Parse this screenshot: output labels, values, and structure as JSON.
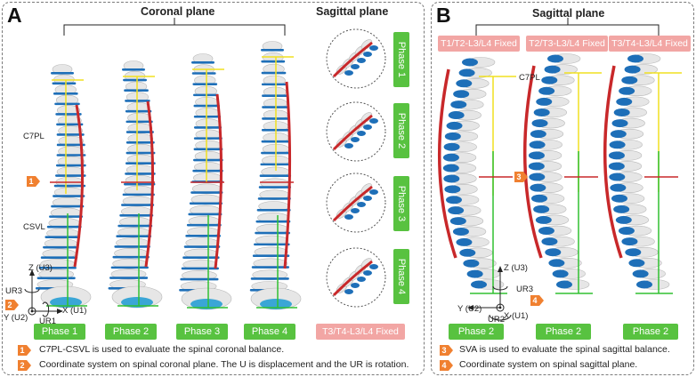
{
  "panel_a": {
    "letter": "A",
    "coronal_title": "Coronal plane",
    "sagittal_title": "Sagittal plane",
    "c7pl_label": "C7PL",
    "csvl_label": "CSVL",
    "callout_1": "1",
    "callout_2": "2",
    "axes": {
      "z": "Z (U3)",
      "ur3": "UR3",
      "x": "X (U1)",
      "y": "Y (U2)",
      "ur1": "UR1"
    },
    "phase_labels": [
      "Phase 1",
      "Phase 2",
      "Phase 3",
      "Phase 4"
    ],
    "vertical_phases": [
      "Phase 1",
      "Phase 2",
      "Phase 3",
      "Phase 4"
    ],
    "fixed_label": "T3/T4-L3/L4 Fixed",
    "notes": [
      {
        "num": "1",
        "text": "C7PL-CSVL is used to evaluate the spinal coronal balance."
      },
      {
        "num": "2",
        "text": "Coordinate system on spinal coronal plane. The U is displacement and the UR is rotation."
      }
    ]
  },
  "panel_b": {
    "letter": "B",
    "sagittal_title": "Sagittal plane",
    "fixed_labels": [
      "T1/T2-L3/L4 Fixed",
      "T2/T3-L3/L4 Fixed",
      "T3/T4-L3/L4 Fixed"
    ],
    "c7pl_label": "C7PL",
    "callout_3": "3",
    "callout_4": "4",
    "axes": {
      "z": "Z (U3)",
      "ur3": "UR3",
      "y": "Y (U2)",
      "x": "X (U1)",
      "ur2": "UR2"
    },
    "phase_labels": [
      "Phase 2",
      "Phase 2",
      "Phase 2"
    ],
    "notes": [
      {
        "num": "3",
        "text": "SVA is used to evaluate the spinal sagittal balance."
      },
      {
        "num": "4",
        "text": "Coordinate system on spinal sagittal plane."
      }
    ]
  },
  "colors": {
    "green": "#58c240",
    "pink": "#f2a6a4",
    "orange": "#f08030",
    "bone": "#e6e6e6",
    "disc": "#1e6fb8",
    "rod": "#c8282a",
    "plumb_yellow": "#f0e020",
    "plumb_green": "#30c030"
  }
}
